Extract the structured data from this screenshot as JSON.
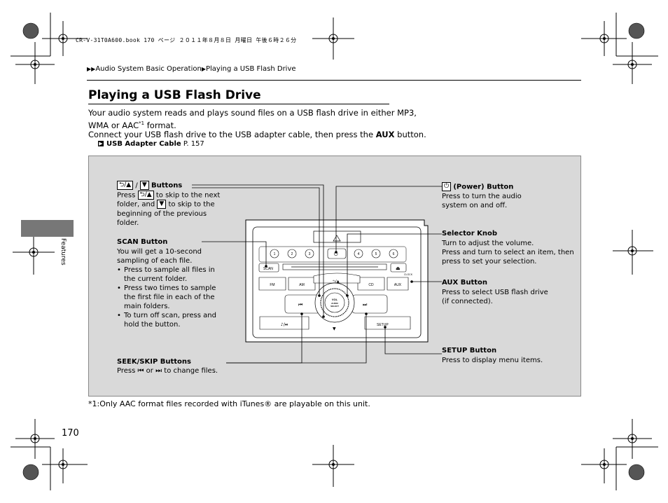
{
  "print_line": "CR-V-31T0A600.book  170 ページ  ２０１１年８月８日  月曜日  午後６時２６分",
  "breadcrumb": {
    "part1": "Audio System Basic Operation",
    "part2": "Playing a USB Flash Drive"
  },
  "page_title": "Playing a USB Flash Drive",
  "intro": {
    "line1": "Your audio system reads and plays sound files on a USB flash drive in either MP3,",
    "line2a": "WMA or AAC",
    "line2sup": "*1",
    "line2b": " format.",
    "line3a": "Connect your USB flash drive to the USB adapter cable, then press the ",
    "line3bold": "AUX",
    "line3b": " button."
  },
  "xref": {
    "title": "USB Adapter Cable",
    "page": "P. 157"
  },
  "labels": {
    "folder": {
      "title": "Buttons",
      "slash": " / ",
      "l1a": "Press ",
      "l1b": " to skip to the next",
      "l2a": "folder, and ",
      "l2b": " to skip to the",
      "l3": "beginning of the previous",
      "l4": "folder."
    },
    "scan": {
      "title": "SCAN Button",
      "l1": "You will get a 10-second",
      "l2": "sampling of each file.",
      "b1a": "Press to sample all files in",
      "b1b": "the current folder.",
      "b2a": "Press two times to sample",
      "b2b": "the first file in each of the",
      "b2c": "main folders.",
      "b3a": "To turn off scan, press and",
      "b3b": "hold the button."
    },
    "seek": {
      "title": "SEEK/SKIP Buttons",
      "a": "Press ",
      "b": " or ",
      "c": " to change files."
    },
    "power": {
      "title": "(Power) Button",
      "l1": "Press to turn the audio",
      "l2": "system on and off."
    },
    "selector": {
      "title": "Selector Knob",
      "l1": "Turn to adjust the volume.",
      "l2": "Press and turn to select an item, then",
      "l3": "press to set your selection."
    },
    "aux": {
      "title": "AUX Button",
      "l1": "Press to select USB flash drive",
      "l2": "(if connected)."
    },
    "setup": {
      "title": "SETUP Button",
      "l1": "Press to display menu items."
    }
  },
  "unit": {
    "presets": [
      "1",
      "2",
      "3",
      "4",
      "5",
      "6"
    ],
    "scan": "SCAN",
    "fm": "FM",
    "am": "AM",
    "cd": "CD",
    "aux": "AUX",
    "setup": "SETUP",
    "clock": "CLOCK",
    "vol": "VOL",
    "audio": "AUDIO",
    "select": "SELECT"
  },
  "footnote": "*1:Only AAC format files recorded with iTunes® are playable on this unit.",
  "page_number": "170",
  "side_label": "Features"
}
